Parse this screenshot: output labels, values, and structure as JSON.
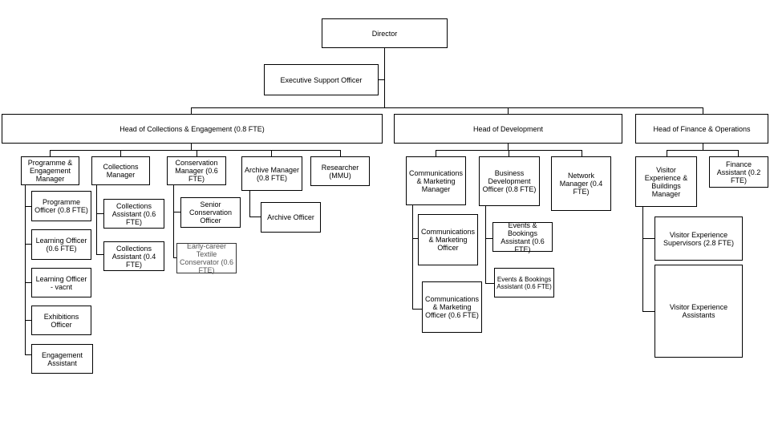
{
  "org_chart": {
    "director": "Director",
    "executive_support": "Executive Support Officer",
    "heads": {
      "collections_engagement": "Head of Collections & Engagement (0.8 FTE)",
      "development": "Head of Development",
      "finance_operations": "Head of Finance & Operations"
    },
    "collections_branch": {
      "programme_engagement_manager": "Programme & Engagement Manager",
      "programme_team": [
        "Programme Officer (0.8 FTE)",
        "Learning Officer (0.6 FTE)",
        "Learning Officer - vacnt",
        "Exhibitions Officer",
        "Engagement Assistant"
      ],
      "collections_manager": "Collections Manager",
      "collections_team": [
        "Collections Assistant (0.6 FTE)",
        "Collections Assistant (0.4 FTE)"
      ],
      "conservation_manager": "Conservation Manager (0.6 FTE)",
      "conservation_team": [
        "Senior Conservation Officer",
        "Early-career Textile Conservator (0.6 FTE)"
      ],
      "archive_manager": "Archive Manager (0.8 FTE)",
      "archive_team": [
        "Archive Officer"
      ],
      "researcher": "Researcher (MMU)"
    },
    "development_branch": {
      "comms_marketing_manager": "Communications & Marketing Manager",
      "comms_team": [
        "Communications & Marketing Officer",
        "Communications & Marketing Officer (0.6 FTE)"
      ],
      "business_dev_officer": "Business Development Officer (0.8 FTE)",
      "business_team": [
        "Events & Bookings Assistant (0.6 FTE)",
        "Events & Bookings Assistant (0.6 FTE)"
      ],
      "network_manager": "Network Manager (0.4 FTE)"
    },
    "finance_branch": {
      "visitor_exp_manager": "Visitor Experience & Buildings Manager",
      "visitor_team": [
        "Visitor Experience Supervisors (2.8 FTE)",
        "Visitor Experience Assistants"
      ],
      "finance_assistant": "Finance Assistant (0.2 FTE)"
    }
  }
}
